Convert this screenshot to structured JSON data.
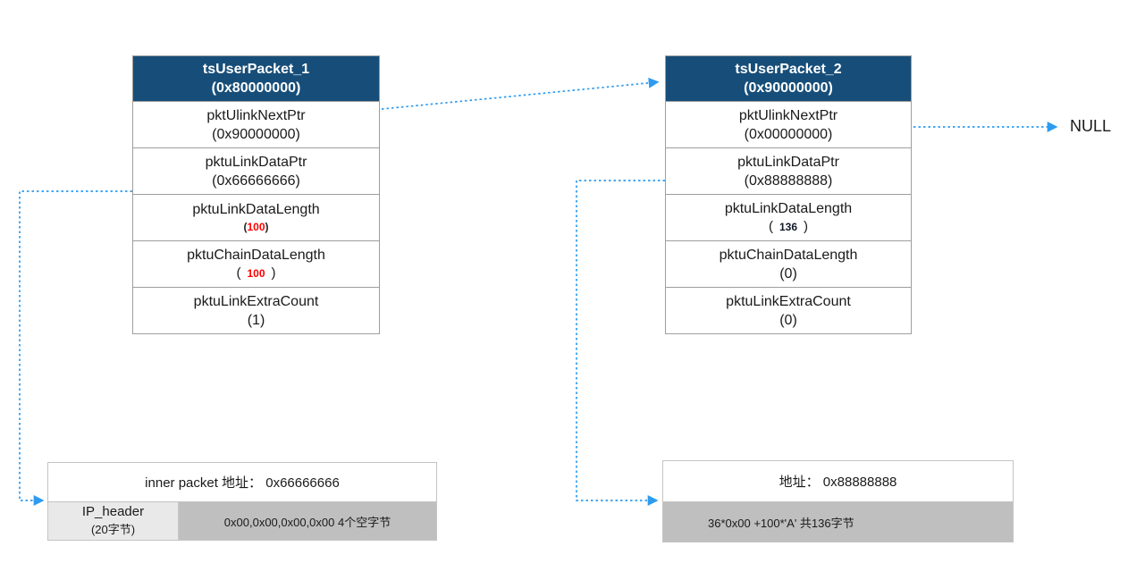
{
  "diagram": {
    "null_label": "NULL"
  },
  "packets": [
    {
      "title": "tsUserPacket_1",
      "address": "(0x80000000)",
      "fields": [
        {
          "label": "pktUlinkNextPtr",
          "value": "(0x90000000)"
        },
        {
          "label": "pktuLinkDataPtr",
          "value": "(0x66666666)"
        },
        {
          "label": "pktuLinkDataLength",
          "open": "(",
          "num": "100",
          "close": ")"
        },
        {
          "label": "pktuChainDataLength",
          "open": "(",
          "num": "100",
          "close": ")"
        },
        {
          "label": "pktuLinkExtraCount",
          "value": "(1)"
        }
      ]
    },
    {
      "title": "tsUserPacket_2",
      "address": "(0x90000000)",
      "fields": [
        {
          "label": "pktUlinkNextPtr",
          "value": "(0x00000000)"
        },
        {
          "label": "pktuLinkDataPtr",
          "value": "(0x88888888)"
        },
        {
          "label": "pktuLinkDataLength",
          "open": "(",
          "num": "136",
          "close": ")"
        },
        {
          "label": "pktuChainDataLength",
          "value": "(0)"
        },
        {
          "label": "pktuLinkExtraCount",
          "value": "(0)"
        }
      ]
    }
  ],
  "buffers": [
    {
      "header": "inner packet 地址： 0x66666666",
      "left_cell": {
        "line1": "IP_header",
        "line2": "(20字节)"
      },
      "right_cell": "0x00,0x00,0x00,0x00 4个空字节"
    },
    {
      "header": "地址： 0x88888888",
      "body": "36*0x00 +100*'A' 共136字节"
    }
  ],
  "colors": {
    "packet_header_bg": "#174E79",
    "packet_header_text": "#FFFFFF",
    "arrow_blue": "#2D9BF0",
    "highlight_red": "#FF0000",
    "highlight_dark": "#111827",
    "buffer_light_gray": "#E9E9E9",
    "buffer_dark_gray": "#BFBFBF",
    "border_gray": "#9E9E9E"
  }
}
